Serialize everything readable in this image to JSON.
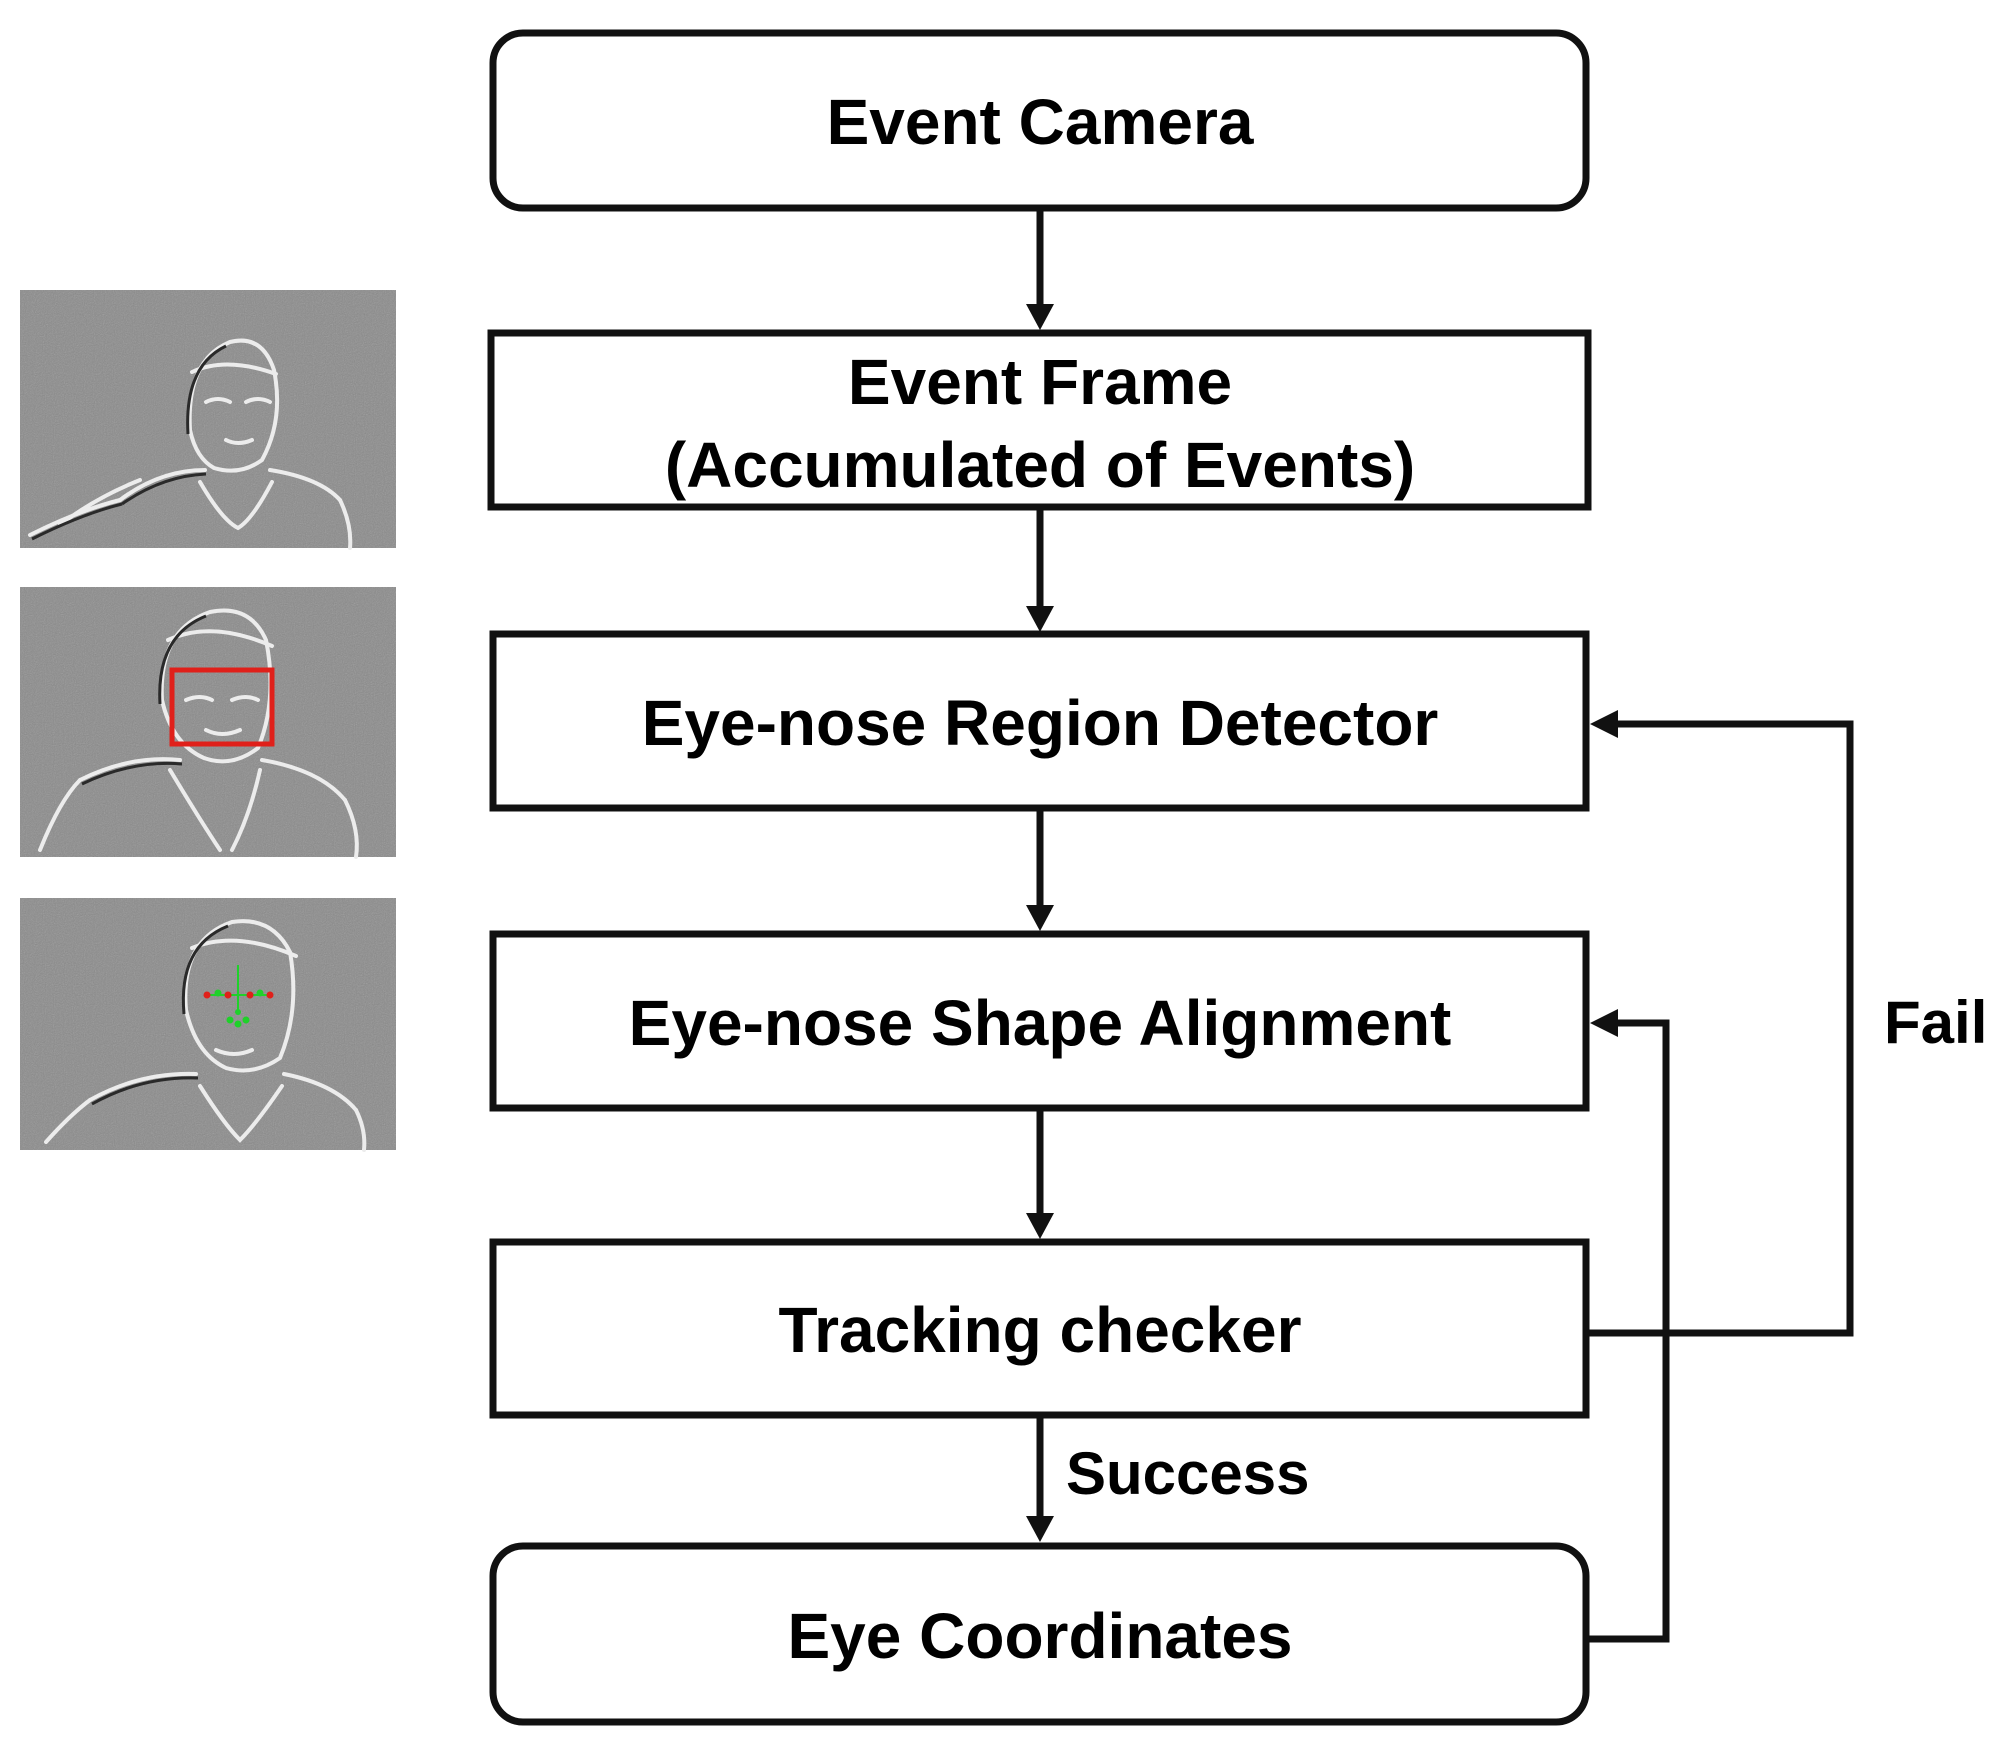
{
  "nodes": {
    "event_camera": "Event Camera",
    "event_frame_line1": "Event Frame",
    "event_frame_line2": "(Accumulated  of Events)",
    "region_detector": "Eye-nose Region Detector",
    "shape_alignment": "Eye-nose Shape Alignment",
    "tracking_checker": "Tracking checker",
    "eye_coordinates": "Eye Coordinates"
  },
  "edge_labels": {
    "success": "Success",
    "fail": "Fail"
  },
  "thumbnails": [
    {
      "name": "event-frame-thumbnail",
      "overlay": "none"
    },
    {
      "name": "region-detection-thumbnail",
      "overlay": "red-box"
    },
    {
      "name": "shape-alignment-thumbnail",
      "overlay": "landmarks"
    }
  ],
  "colors": {
    "stroke": "#111111",
    "thumb_bg": "#8a8a8a",
    "detection_box": "#e0201a",
    "landmark_green": "#1fd12a",
    "landmark_red": "#e0201a"
  }
}
